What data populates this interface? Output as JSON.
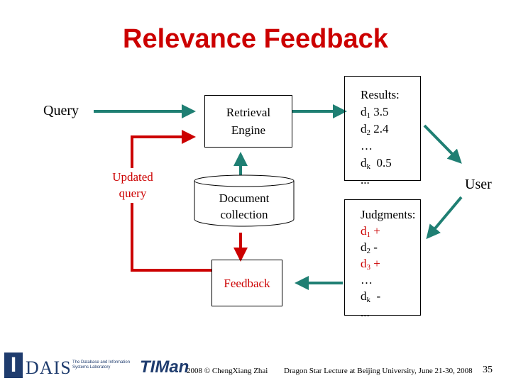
{
  "slide": {
    "title": "Relevance Feedback",
    "page_number": "35"
  },
  "diagram": {
    "query_label": "Query",
    "retrieval_engine": [
      "Retrieval",
      "Engine"
    ],
    "document_collection": [
      "Document",
      "collection"
    ],
    "updated_query": [
      "Updated",
      "query"
    ],
    "feedback_label": "Feedback",
    "user_label": "User",
    "results": {
      "header": "Results:",
      "row1_doc": "d",
      "row1_sub": "1",
      "row1_score": "3.5",
      "row2_doc": "d",
      "row2_sub": "2",
      "row2_score": "2.4",
      "ellipsis": "…",
      "rowk_doc": "d",
      "rowk_sub": "k",
      "rowk_score": "0.5",
      "trailing": "..."
    },
    "judgments": {
      "header": "Judgments:",
      "row1_doc": "d",
      "row1_sub": "1",
      "row1_mark": "+",
      "row2_doc": "d",
      "row2_sub": "2",
      "row2_mark": "-",
      "row3_doc": "d",
      "row3_sub": "3",
      "row3_mark": "+",
      "ellipsis": "…",
      "rowk_doc": "d",
      "rowk_sub": "k",
      "rowk_mark": "-",
      "trailing": "..."
    },
    "colors": {
      "teal": "#1f7f73",
      "red": "#cc0000",
      "title": "#cc0000"
    }
  },
  "footer": {
    "credit": "2008 © ChengXiang Zhai",
    "lecture": "Dragon Star Lecture at Beijing University, June 21-30, 2008",
    "logo_left_text": "DAIS",
    "logo_left_caption": "The Database and Information Systems Laboratory",
    "logo_right_text": "TIMan",
    "icon_letter": "I"
  }
}
